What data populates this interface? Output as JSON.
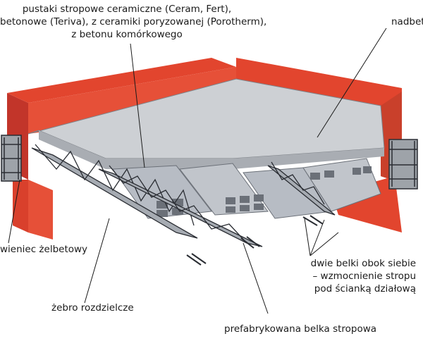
{
  "labels": {
    "top_line1": "pustaki stropowe ceramiczne (Ceram, Fert),",
    "top_line2": "betonowe (Teriva), z ceramiki poryzowanej (Porotherm),",
    "top_line3": "z betonu komórkowego",
    "nadbeton": "nadbeton",
    "wieniec": "wieniec żelbetowy",
    "dwie_line1": "dwie belki obok siebie",
    "dwie_line2": "– wzmocnienie stropu",
    "dwie_line3": "pod ścianką działową",
    "zebro": "żebro rozdzielcze",
    "prefabrykowana": "prefabrykowana belka stropowa"
  },
  "colors": {
    "brick": "#e2452e",
    "concrete": "#c9ccd0",
    "block": "#b7bcc4",
    "steel": "#2a2d33"
  }
}
